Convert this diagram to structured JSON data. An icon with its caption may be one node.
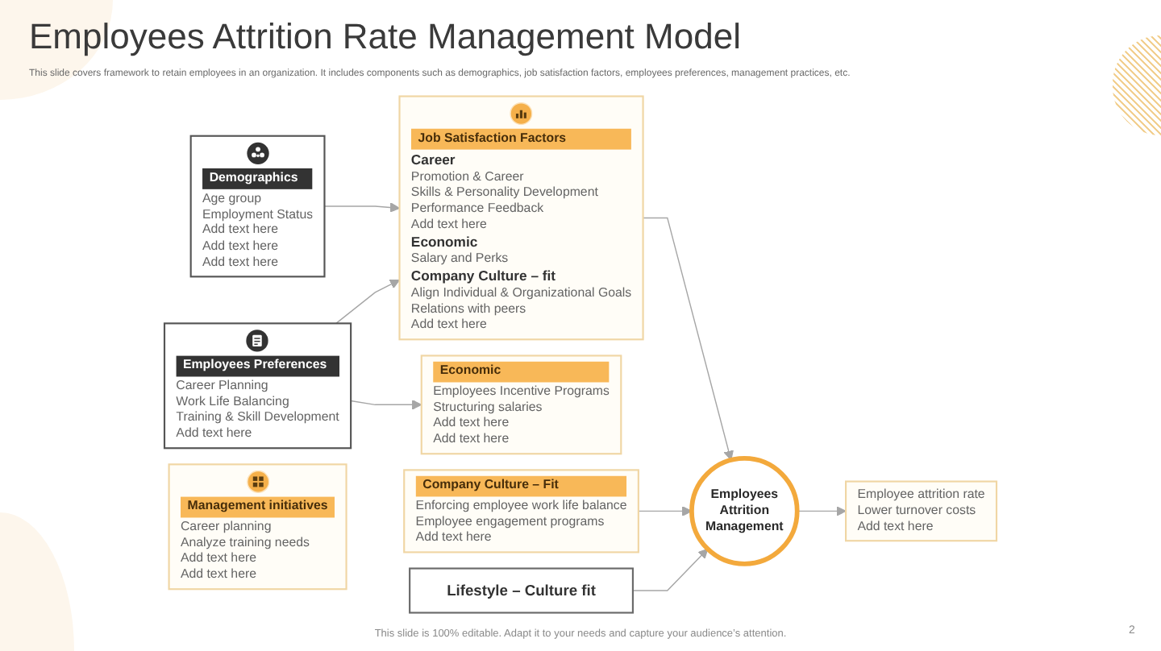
{
  "diagram": {
    "title": "Employees Attrition Rate Management Model",
    "nodes": [
      {
        "text": [
          "Demographics",
          "Age group",
          "Employment Status",
          "Add text here",
          "Add text here",
          "Add text here"
        ]
      },
      {
        "text": [
          "Job Satisfaction Factors",
          "Career",
          "Promotion & Career",
          "Skills & Personality Development",
          "Performance Feedback",
          "Add text here",
          "Economic",
          "Salary and Perks",
          "Company Culture – fit",
          "Align Individual & Organizational Goals",
          "Relations with peers",
          "Add text here"
        ]
      },
      {
        "text": [
          "Employees Preferences",
          "Career Planning",
          "Work Life Balancing",
          "Training & Skill Development",
          "Add text here"
        ]
      },
      {
        "text": [
          "Management initiatives",
          "Career planning",
          "Analyze training needs",
          "Add text here",
          "Add text here"
        ]
      },
      {
        "text": [
          "Economic",
          "Employees Incentive Programs",
          "Structuring salaries",
          "Add text here",
          "Add text here"
        ]
      },
      {
        "text": [
          "Company Culture – Fit",
          "Enforcing employee work life balance",
          "Employee engagement programs",
          "Add text here"
        ]
      },
      {
        "text": [
          "Lifestyle – Culture fit"
        ]
      },
      {
        "text": [
          "Employees Attrition Management"
        ]
      },
      {
        "text": [
          "Employee attrition rate",
          "Lower turnover costs",
          "Add text here"
        ]
      }
    ],
    "edges": [
      {
        "from": 0,
        "to": 1,
        "arrow": "to"
      },
      {
        "from": 2,
        "to": 1,
        "arrow": "to"
      },
      {
        "from": 2,
        "to": 4,
        "arrow": "to"
      },
      {
        "from": 1,
        "to": 7,
        "arrow": "to"
      },
      {
        "from": 5,
        "to": 7,
        "arrow": "to"
      },
      {
        "from": 6,
        "to": 7,
        "arrow": "to"
      },
      {
        "from": 7,
        "to": 8,
        "arrow": "to"
      }
    ],
    "labels": [
      "This slide covers framework to retain employees in an organization. It includes components such as demographics, job satisfaction factors, employees preferences, management practices, etc.",
      "This slide is 100% editable. Adapt it to your needs and capture your audience’s attention.",
      "2"
    ]
  }
}
